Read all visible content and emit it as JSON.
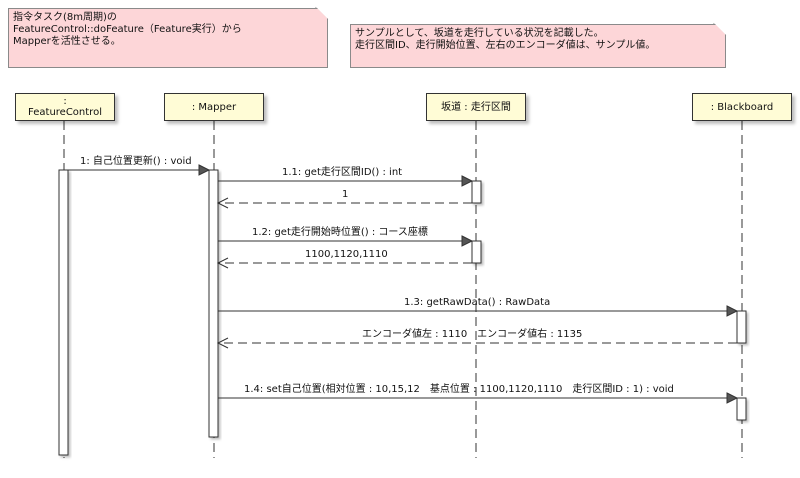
{
  "notes": [
    {
      "lines": "指令タスク(8m周期)の\nFeatureControl::doFeature（Feature実行）から\nMapperを活性させる。"
    },
    {
      "lines": "サンプルとして、坂道を走行している状況を記載した。\n走行区間ID、走行開始位置、左右のエンコーダ値は、サンプル値。"
    }
  ],
  "lifelines": [
    {
      "label": ":\nFeatureControl"
    },
    {
      "label": ": Mapper"
    },
    {
      "label": "坂道 : 走行区間"
    },
    {
      "label": ": Blackboard"
    }
  ],
  "messages": [
    {
      "label": "1: 自己位置更新() : void",
      "kind": "call"
    },
    {
      "label": "1.1: get走行区間ID() : int",
      "kind": "call"
    },
    {
      "label": "1",
      "kind": "return"
    },
    {
      "label": "1.2: get走行開始時位置() : コース座標",
      "kind": "call"
    },
    {
      "label": "1100,1120,1110",
      "kind": "return"
    },
    {
      "label": "1.3: getRawData() : RawData",
      "kind": "call"
    },
    {
      "label": "エンコーダ値左 : 1110　エンコーダ値右 : 1135",
      "kind": "return"
    },
    {
      "label": "1.4: set自己位置(相対位置 : 10,15,12　基点位置 : 1100,1120,1110　走行区間ID : 1) : void",
      "kind": "call"
    }
  ]
}
